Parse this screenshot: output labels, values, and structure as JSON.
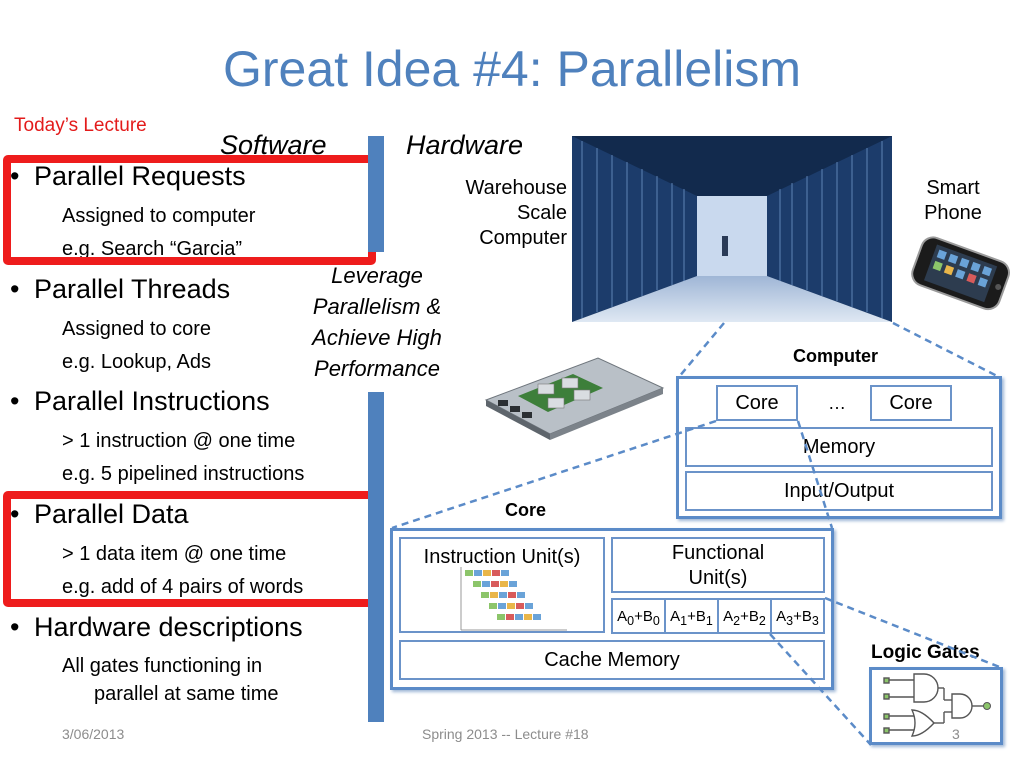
{
  "title": "Great Idea #4: Parallelism",
  "todays_lecture": "Today’s Lecture",
  "columns": {
    "software": "Software",
    "hardware": "Hardware"
  },
  "bullets": [
    {
      "label": "Parallel Requests",
      "subs": [
        "Assigned to computer",
        "e.g. Search “Garcia”"
      ]
    },
    {
      "label": "Parallel Threads",
      "subs": [
        "Assigned to core",
        "e.g. Lookup, Ads"
      ]
    },
    {
      "label": "Parallel Instructions",
      "subs": [
        "> 1 instruction @ one time",
        "e.g. 5 pipelined instructions"
      ]
    },
    {
      "label": "Parallel Data",
      "subs": [
        "> 1 data item @ one time",
        "e.g. add of 4 pairs of words"
      ]
    },
    {
      "label": "Hardware descriptions",
      "subs": [
        "All gates functioning in",
        "parallel at same time"
      ]
    }
  ],
  "bullet_char": "•",
  "leverage": [
    "Leverage",
    "Parallelism &",
    "Achieve High",
    "Performance"
  ],
  "warehouse": [
    "Warehouse",
    "Scale",
    "Computer"
  ],
  "smartphone": [
    "Smart",
    "Phone"
  ],
  "computer": {
    "title": "Computer",
    "core1": "Core",
    "ellipsis": "…",
    "core2": "Core",
    "memory": "Memory",
    "io": "Input/Output"
  },
  "core": {
    "title": "Core",
    "instruction_unit": "Instruction Unit(s)",
    "functional_unit": [
      "Functional",
      "Unit(s)"
    ],
    "adds": [
      {
        "a": "A",
        "as": "0",
        "plus": "+B",
        "bs": "0"
      },
      {
        "a": "A",
        "as": "1",
        "plus": "+B",
        "bs": "1"
      },
      {
        "a": "A",
        "as": "2",
        "plus": "+B",
        "bs": "2"
      },
      {
        "a": "A",
        "as": "3",
        "plus": "+B",
        "bs": "3"
      }
    ],
    "cache": "Cache Memory"
  },
  "logic_gates": "Logic Gates",
  "footer": {
    "date": "3/06/2013",
    "course": "Spring 2013 -- Lecture #18",
    "page": "3"
  },
  "colors": {
    "title": "#4f81bd",
    "red": "#ee1c1c",
    "blue": "#4f81bd",
    "footer": "#8c8c8c"
  }
}
